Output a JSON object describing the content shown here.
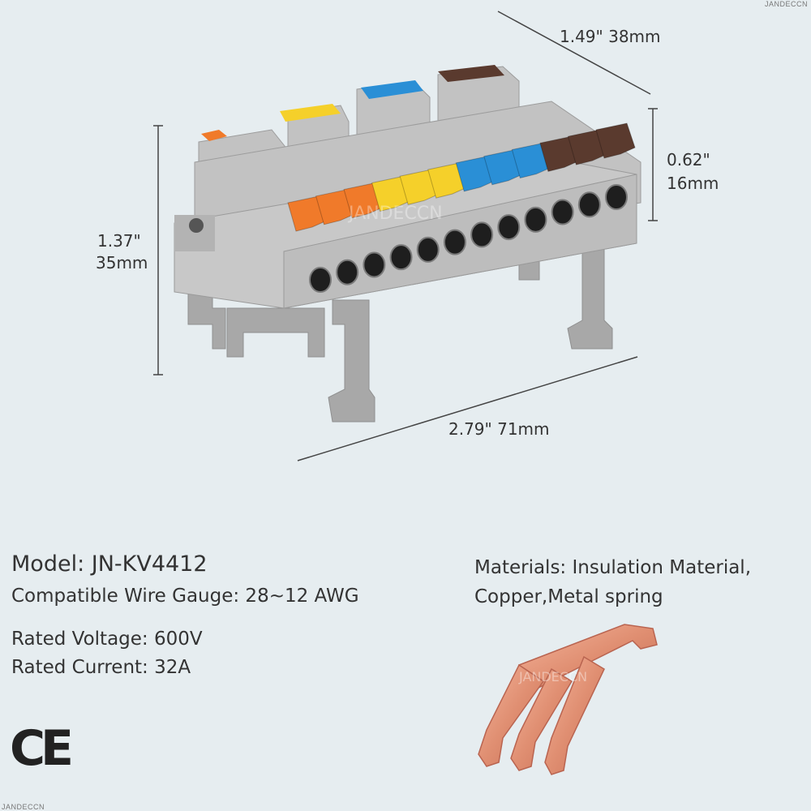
{
  "watermark": {
    "corner_top": "JANDECCN",
    "corner_bottom": "JANDECCN",
    "center": "JANDECCN"
  },
  "dimensions": {
    "depth": "1.49\" 38mm",
    "top_height_in": "0.62\"",
    "top_height_mm": "16mm",
    "height_in": "1.37\"",
    "height_mm": "35mm",
    "length": "2.79\" 71mm"
  },
  "specs": {
    "model": "Model: JN-KV4412",
    "gauge": "Compatible Wire Gauge: 28~12 AWG",
    "voltage": "Rated Voltage: 600V",
    "current": "Rated Current: 32A",
    "materials_line1": "Materials: Insulation Material,",
    "materials_line2": "Copper,Metal spring",
    "certification": "CE"
  },
  "product": {
    "icon": "terminal-block-icon",
    "lever_colors": [
      "#f07a2a",
      "#f07a2a",
      "#f07a2a",
      "#f5d02a",
      "#f5d02a",
      "#f5d02a",
      "#2a8fd6",
      "#2a8fd6",
      "#2a8fd6",
      "#5a3a2e",
      "#5a3a2e",
      "#5a3a2e"
    ],
    "body_color": "#b9b9b9"
  },
  "spring": {
    "icon": "copper-spring-icon",
    "color": "#e0937a"
  }
}
